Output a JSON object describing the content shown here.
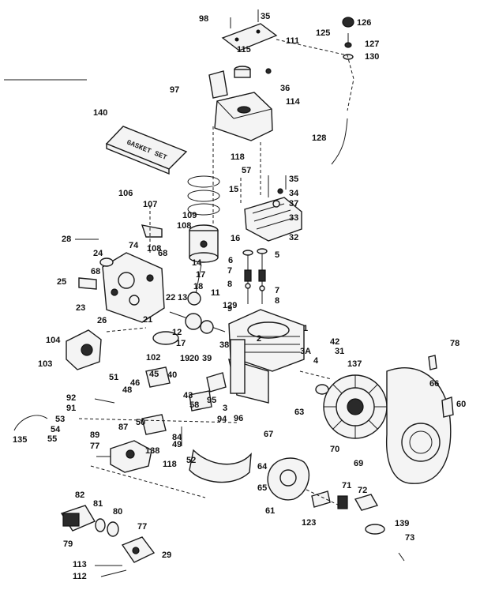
{
  "diagram": {
    "gasket_box_text": "GASKET SET",
    "callouts": [
      "98",
      "35",
      "111",
      "126",
      "125",
      "127",
      "130",
      "115",
      "97",
      "36",
      "114",
      "140",
      "128",
      "118",
      "57",
      "35",
      "15",
      "34",
      "37",
      "33",
      "32",
      "106",
      "107",
      "109",
      "108",
      "28",
      "74",
      "108",
      "24",
      "68",
      "16",
      "6",
      "5",
      "14",
      "17",
      "25",
      "68",
      "18",
      "7",
      "7",
      "8",
      "8",
      "9",
      "23",
      "22",
      "13",
      "11",
      "129",
      "1",
      "26",
      "21",
      "12",
      "104",
      "17",
      "38",
      "2",
      "42",
      "3A",
      "31",
      "78",
      "103",
      "102",
      "19",
      "20",
      "39",
      "137",
      "4",
      "45",
      "40",
      "66",
      "51",
      "46",
      "48",
      "43",
      "92",
      "91",
      "58",
      "95",
      "3",
      "94",
      "96",
      "63",
      "60",
      "53",
      "54",
      "55",
      "50",
      "84",
      "135",
      "89",
      "87",
      "52",
      "67",
      "77",
      "138",
      "49",
      "118",
      "70",
      "69",
      "64",
      "65",
      "71",
      "82",
      "81",
      "80",
      "72",
      "61",
      "123",
      "77",
      "139",
      "79",
      "29",
      "73",
      "113",
      "112"
    ]
  }
}
